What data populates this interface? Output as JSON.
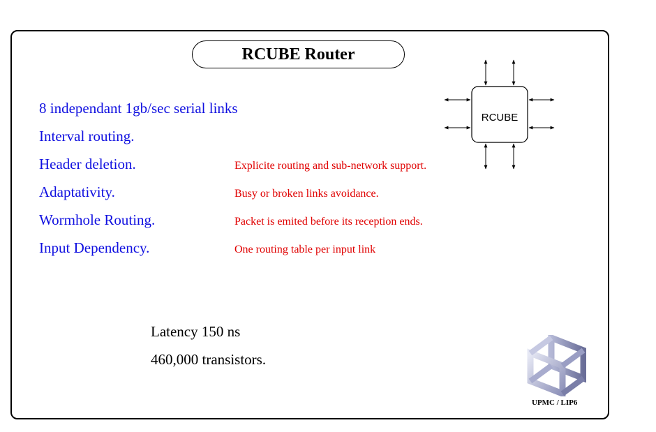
{
  "title": "RCUBE Router",
  "features": [
    {
      "label": "8 independant 1gb/sec serial links",
      "note": ""
    },
    {
      "label": "Interval routing.",
      "note": ""
    },
    {
      "label": "Header deletion.",
      "note": "Explicite routing and sub-network support."
    },
    {
      "label": "Adaptativity.",
      "note": "Busy or broken links avoidance."
    },
    {
      "label": "Wormhole Routing.",
      "note": "Packet is emited before its reception ends."
    },
    {
      "label": "Input Dependency.",
      "note": "One routing table per input link"
    }
  ],
  "stats": {
    "latency": "Latency 150 ns",
    "transistors": "460,000 transistors."
  },
  "diagram": {
    "chip_label": "RCUBE"
  },
  "logo": {
    "caption": "UPMC / LIP6"
  },
  "colors": {
    "feature_text": "#1010e0",
    "note_text": "#e00000",
    "body_text": "#000000"
  }
}
